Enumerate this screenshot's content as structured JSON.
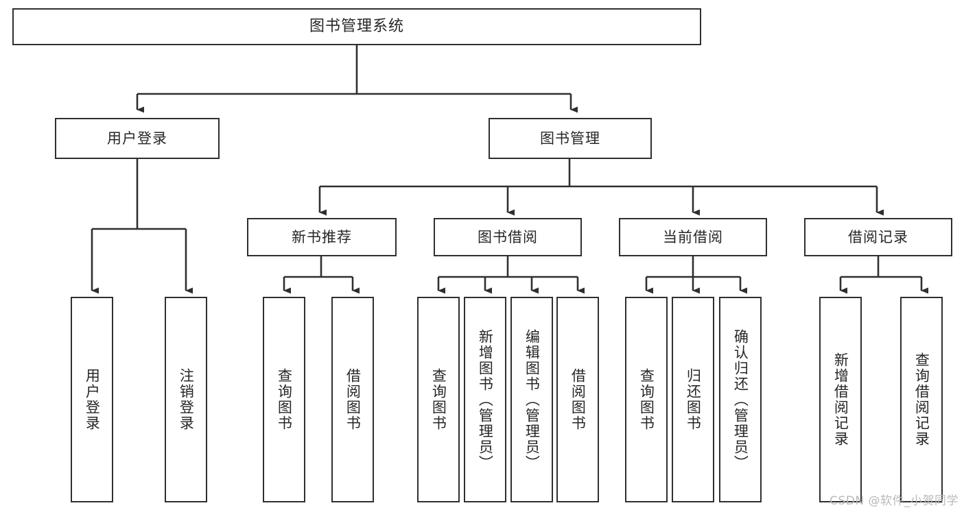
{
  "diagram": {
    "type": "tree",
    "title": "图书管理系统",
    "watermark": "CSDN @软件_小贺同学",
    "colors": {
      "background": "#ffffff",
      "node_border": "#2f2f2f",
      "node_fill": "#ffffff",
      "edge": "#2f2f2f",
      "text": "#262626",
      "watermark": "#b9b9b9"
    },
    "root": {
      "label": "图书管理系统"
    },
    "level2": [
      {
        "id": "user-login",
        "label": "用户登录"
      },
      {
        "id": "book-manage",
        "label": "图书管理"
      }
    ],
    "level3": [
      {
        "id": "new-book-recommend",
        "label": "新书推荐"
      },
      {
        "id": "book-borrow",
        "label": "图书借阅"
      },
      {
        "id": "current-borrow",
        "label": "当前借阅"
      },
      {
        "id": "borrow-record",
        "label": "借阅记录"
      }
    ],
    "leaves": {
      "user_login": [
        {
          "id": "leaf-user-login",
          "label": "用户登录"
        },
        {
          "id": "leaf-logout",
          "label": "注销登录"
        }
      ],
      "new_book_recommend": [
        {
          "id": "leaf-query-book-1",
          "label": "查询图书"
        },
        {
          "id": "leaf-borrow-book-1",
          "label": "借阅图书"
        }
      ],
      "book_borrow": [
        {
          "id": "leaf-query-book-2",
          "label": "查询图书"
        },
        {
          "id": "leaf-add-book",
          "label": "新增图书（管理员）"
        },
        {
          "id": "leaf-edit-book",
          "label": "编辑图书（管理员）"
        },
        {
          "id": "leaf-borrow-book-2",
          "label": "借阅图书"
        }
      ],
      "current_borrow": [
        {
          "id": "leaf-query-book-3",
          "label": "查询图书"
        },
        {
          "id": "leaf-return-book",
          "label": "归还图书"
        },
        {
          "id": "leaf-confirm-return",
          "label": "确认归还（管理员）"
        }
      ],
      "borrow_record": [
        {
          "id": "leaf-add-record",
          "label": "新增借阅记录"
        },
        {
          "id": "leaf-query-record",
          "label": "查询借阅记录"
        }
      ]
    }
  }
}
